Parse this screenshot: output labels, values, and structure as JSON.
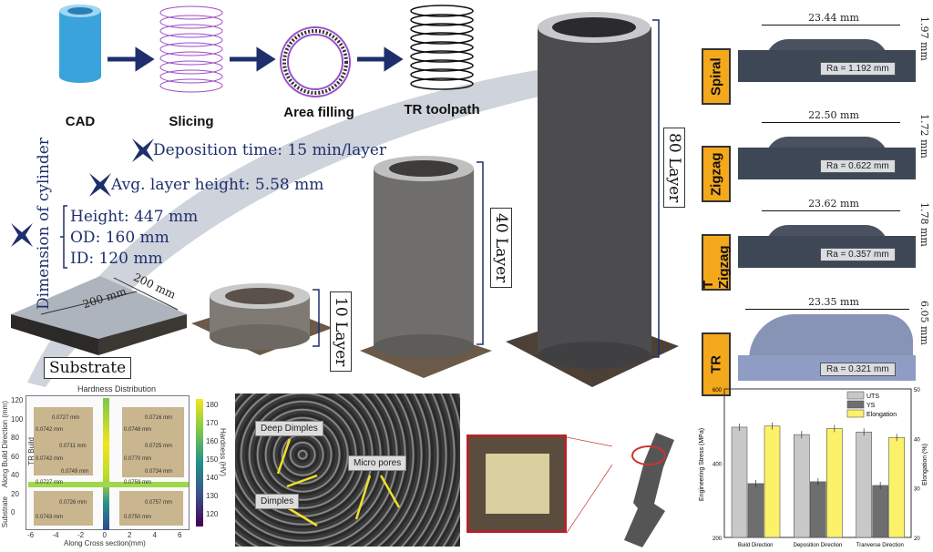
{
  "workflow": {
    "steps": [
      "CAD",
      "Slicing",
      "Area filling",
      "TR toolpath"
    ]
  },
  "params": {
    "deposition_time": "Deposition time: 15 min/layer",
    "layer_height": "Avg. layer height: 5.58 mm",
    "dimension_title": "Dimension of cylinder",
    "height": "Height: 447 mm",
    "od": "OD: 160 mm",
    "id": "ID: 120 mm"
  },
  "substrate": {
    "label": "Substrate",
    "dim1": "200 mm",
    "dim2": "200 mm"
  },
  "builds": [
    "10 Layer",
    "40 Layer",
    "80 Layer"
  ],
  "cross_sections": [
    {
      "name": "Spiral",
      "width": "23.44 mm",
      "height": "1.97 mm",
      "ra": "Ra = 1.192 mm"
    },
    {
      "name": "Zigzag",
      "width": "22.50 mm",
      "height": "1.72 mm",
      "ra": "Ra = 0.622 mm"
    },
    {
      "name": "T Zigzag",
      "width": "23.62 mm",
      "height": "1.78 mm",
      "ra": "Ra = 0.357 mm"
    },
    {
      "name": "TR",
      "width": "23.35 mm",
      "height": "6.05 mm",
      "ra": "Ra = 0.321 mm"
    }
  ],
  "hardness": {
    "title": "Hardness Distribution",
    "xlabel": "Along Cross section(mm)",
    "ylabel": "Along Build Direction (mm)",
    "substrate_label": "Substrate",
    "tr_label": "TR Build",
    "colorbar_label": "Hardness (HV)",
    "xticks": [
      "-6",
      "-4",
      "-2",
      "0",
      "2",
      "4",
      "6"
    ],
    "yticks": [
      "120",
      "100",
      "80",
      "60",
      "40",
      "20",
      "0"
    ],
    "cticks": [
      "180",
      "170",
      "160",
      "150",
      "140",
      "130",
      "120"
    ],
    "indents_left": [
      "0.0727 mm",
      "0.0742 mm",
      "0.0711 mm",
      "0.0742 mm",
      "0.0749 mm",
      "0.0727 mm",
      "0.0726 mm",
      "0.0743 mm"
    ],
    "indents_right": [
      "0.0716 mm",
      "0.0748 mm",
      "0.0725 mm",
      "0.0770 mm",
      "0.0734 mm",
      "0.0759 mm",
      "0.0757 mm",
      "0.0750 mm"
    ]
  },
  "sem": {
    "labels": [
      "Deep Dimples",
      "Micro pores",
      "Dimples"
    ]
  },
  "chart_data": {
    "type": "bar",
    "categories": [
      "Build Direction",
      "Deposition Direction",
      "Tranverse Direction"
    ],
    "series": [
      {
        "name": "UTS",
        "axis": "left",
        "values": [
          497,
          477,
          484
        ],
        "color": "#c8c8c8"
      },
      {
        "name": "YS",
        "axis": "left",
        "values": [
          345,
          350,
          340
        ],
        "color": "#6e6e6e"
      },
      {
        "name": "Elongation",
        "axis": "right",
        "values": [
          42.5,
          42.0,
          40.2
        ],
        "color": "#fbf26a"
      }
    ],
    "ylabel": "Engineering Stress (MPa)",
    "ylim": [
      200,
      600
    ],
    "yticks": [
      "600",
      "400",
      "200"
    ],
    "y2label": "Elongation (%)",
    "y2lim": [
      20,
      50
    ],
    "y2ticks": [
      "50",
      "40",
      "30",
      "20"
    ],
    "legend": "top-right"
  }
}
